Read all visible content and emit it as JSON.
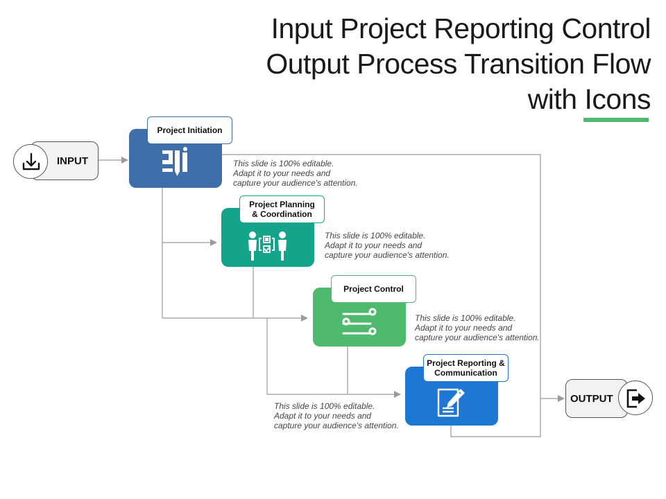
{
  "title_lines": [
    "Input Project Reporting Control",
    "Output Process Transition Flow",
    "with Icons"
  ],
  "colors": {
    "accent": "#4fb96e",
    "step1": "#3f6faa",
    "step2": "#14a38b",
    "step3": "#4fb96e",
    "step4": "#1e77d2",
    "connector": "#9a9a9a"
  },
  "input": {
    "label": "INPUT",
    "icon": "tray-download-icon"
  },
  "output": {
    "label": "OUTPUT",
    "icon": "exit-arrow-icon"
  },
  "steps": [
    {
      "label": "Project  Initiation",
      "icon": "design-tools-icon",
      "desc": [
        "This slide is 100% editable.",
        "Adapt it to your needs and",
        "capture your audience's attention."
      ]
    },
    {
      "label_lines": [
        "Project  Planning",
        "& Coordination"
      ],
      "icon": "people-coordination-icon",
      "desc": [
        "This slide is 100% editable.",
        "Adapt it to your needs and",
        "capture your audience's attention."
      ]
    },
    {
      "label": "Project  Control",
      "icon": "control-flow-icon",
      "desc": [
        "This slide is 100% editable.",
        "Adapt it to your needs and",
        "capture your audience's attention."
      ]
    },
    {
      "label_lines": [
        "Project  Reporting  &",
        "Communication"
      ],
      "icon": "document-edit-icon",
      "desc": [
        "This slide is 100% editable.",
        "Adapt it to your needs and",
        "capture your audience's attention."
      ]
    }
  ]
}
